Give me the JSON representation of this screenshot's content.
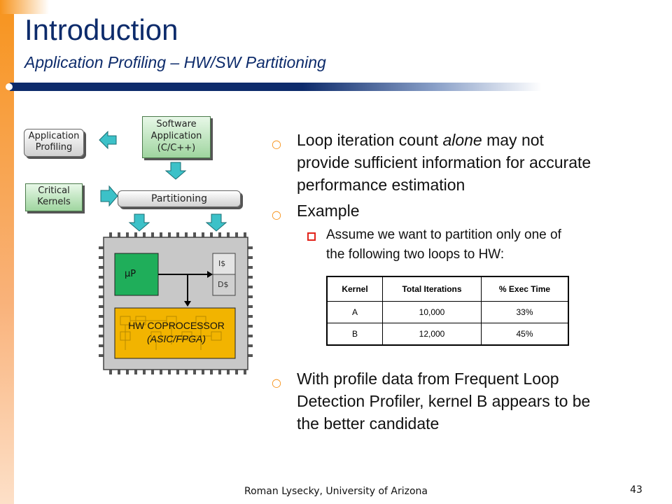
{
  "slide": {
    "title": "Introduction",
    "subtitle": "Application Profiling – HW/SW Partitioning",
    "footer": "Roman Lysecky, University of Arizona",
    "page_number": "43"
  },
  "diagram": {
    "app_profiling": [
      "Application",
      "Profiling"
    ],
    "software_app": [
      "Software",
      "Application",
      "(C/C++)"
    ],
    "critical_kernels": [
      "Critical",
      "Kernels"
    ],
    "partitioning": "Partitioning",
    "up": "µP",
    "icache": "I$",
    "dcache": "D$",
    "hw_coprocessor": [
      "HW COPROCESSOR",
      "(ASIC/FPGA)"
    ]
  },
  "bullets": {
    "b1_pre": "Loop iteration count ",
    "b1_em": "alone",
    "b1_post_l1": " may not",
    "b1_l2": "provide sufficient information for accurate",
    "b1_l3": "performance estimation",
    "b2": "Example",
    "b2a_l1": "Assume we want to partition only one of",
    "b2a_l2": "the following two loops to HW:",
    "b3_l1": "With profile data from Frequent Loop",
    "b3_l2": "Detection Profiler, kernel B appears to be",
    "b3_l3": "the better candidate"
  },
  "table": {
    "headers": [
      "Kernel",
      "Total Iterations",
      "% Exec Time"
    ],
    "rows": [
      [
        "A",
        "10,000",
        "33%"
      ],
      [
        "B",
        "12,000",
        "45%"
      ]
    ]
  },
  "colors": {
    "title_blue": "#0d2b6b",
    "accent_orange": "#f7941d",
    "up_green": "#1fae5a",
    "coproc_gold": "#f2b400",
    "arrow_teal": "#3cc1c8"
  }
}
